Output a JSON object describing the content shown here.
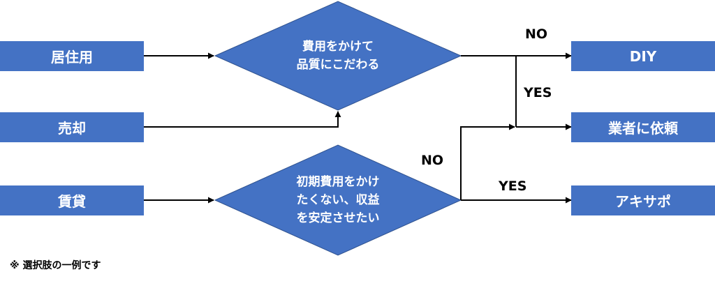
{
  "sources": {
    "residential": "居住用",
    "sale": "売却",
    "rental": "賃貸"
  },
  "decisions": {
    "quality": {
      "line1": "費用をかけて",
      "line2": "品質にこだわる"
    },
    "cost": {
      "line1": "初期費用をかけ",
      "line2": "たくない、収益",
      "line3": "を安定させたい"
    }
  },
  "outcomes": {
    "diy": "DIY",
    "contractor": "業者に依頼",
    "akisapo": "アキサポ"
  },
  "edge_labels": {
    "quality_no": "NO",
    "quality_yes": "YES",
    "cost_no": "NO",
    "cost_yes": "YES"
  },
  "footnote": "※ 選択肢の一例です",
  "colors": {
    "box": "#4472c4",
    "box_text": "#ffffff",
    "arrow": "#000000"
  }
}
